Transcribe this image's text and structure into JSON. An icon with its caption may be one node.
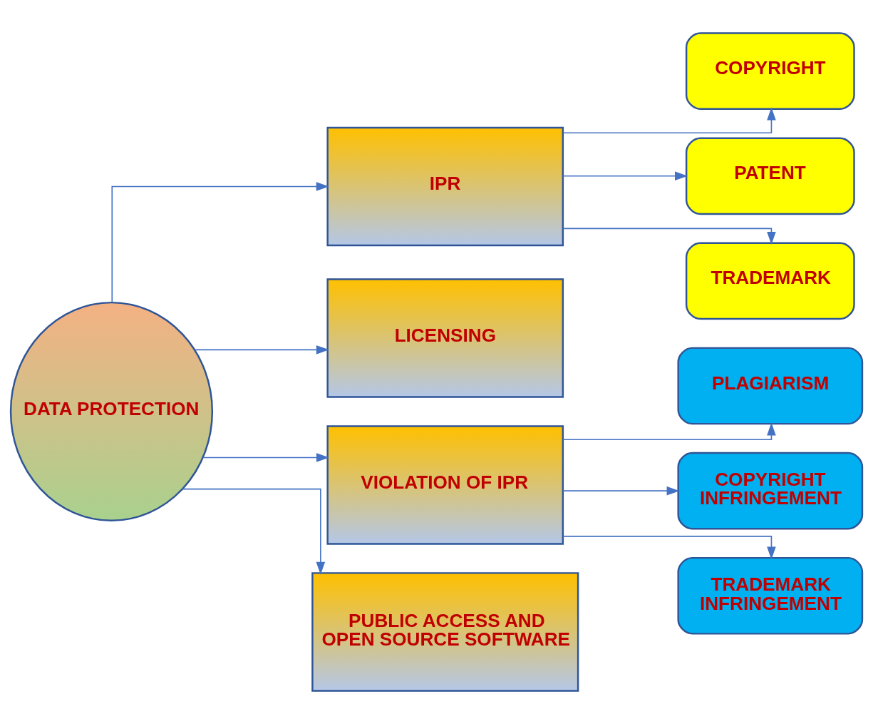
{
  "diagram": {
    "nodes": [
      {
        "text": [
          "DATA PROTECTION"
        ]
      },
      {
        "text": [
          "IPR"
        ]
      },
      {
        "text": [
          "LICENSING"
        ]
      },
      {
        "text": [
          "VIOLATION OF IPR"
        ]
      },
      {
        "text": [
          "PUBLIC ACCESS AND OPEN SOURCE SOFTWARE"
        ]
      },
      {
        "text": [
          "COPYRIGHT"
        ]
      },
      {
        "text": [
          "PATENT"
        ]
      },
      {
        "text": [
          "TRADEMARK"
        ]
      },
      {
        "text": [
          "PLAGIARISM"
        ]
      },
      {
        "text": [
          "COPYRIGHT INFRINGEMENT"
        ]
      },
      {
        "text": [
          "TRADEMARK INFRINGEMENT"
        ]
      }
    ],
    "edges": [
      {
        "from": 0,
        "to": 1,
        "arrow": "to"
      },
      {
        "from": 0,
        "to": 2,
        "arrow": "to"
      },
      {
        "from": 0,
        "to": 3,
        "arrow": "to"
      },
      {
        "from": 0,
        "to": 4,
        "arrow": "to"
      },
      {
        "from": 1,
        "to": 5,
        "arrow": "to"
      },
      {
        "from": 1,
        "to": 6,
        "arrow": "to"
      },
      {
        "from": 1,
        "to": 7,
        "arrow": "to"
      },
      {
        "from": 3,
        "to": 8,
        "arrow": "to"
      },
      {
        "from": 3,
        "to": 9,
        "arrow": "to"
      },
      {
        "from": 3,
        "to": 10,
        "arrow": "to"
      }
    ]
  }
}
